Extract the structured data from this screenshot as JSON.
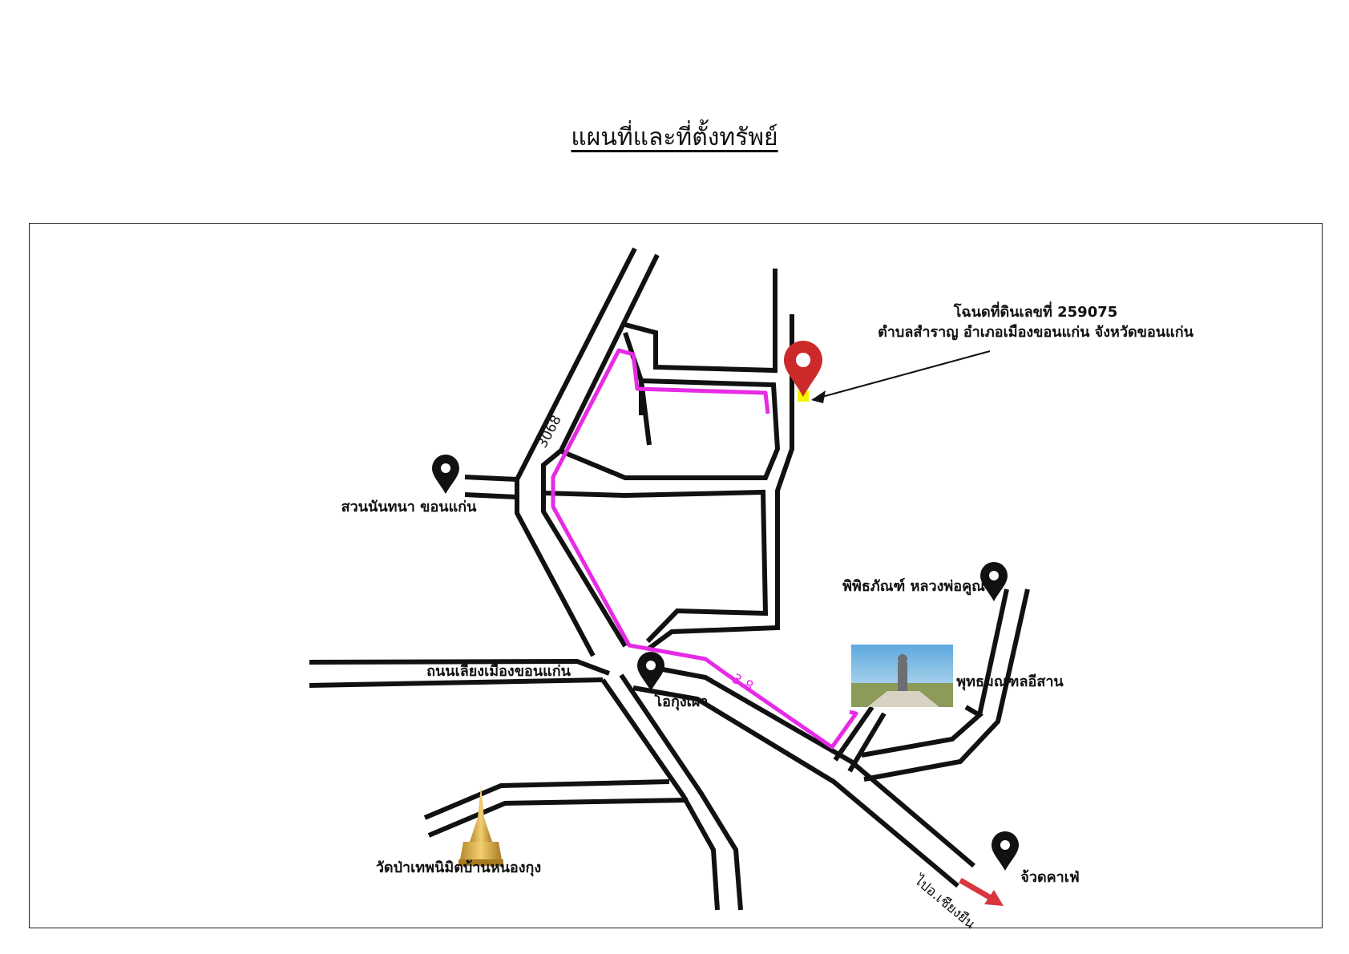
{
  "title": "แผนที่และที่ตั้งทรัพย์",
  "deed": {
    "line1": "โฉนดที่ดินเลขที่  259075",
    "line2": "ตำบลสำราญ  อำเภอเมืองขอนแก่น  จังหวัดขอนแก่น"
  },
  "places": {
    "park": "สวนนันทนา ขอนแก่น",
    "museum": "พิพิธภัณฑ์ หลวงพ่อคูณ",
    "buddha_park": "พุทธมณฑลอีสาน",
    "ring_road": "ถนนเลี่ยงเมืองขอนแก่น",
    "shrimp": "โอกุ้งเผา",
    "temple": "วัดป่าเทพนิมิตบ้านหนองกุง",
    "cafe": "จ้วดคาเฟ่",
    "direction": "ไปอ.เชียงยืน"
  },
  "road_number": "3068",
  "route_distance": "3.8",
  "colors": {
    "route": "#e62ae6",
    "property_pin": "#cc2a2a",
    "place_pin": "#111111",
    "property_marker": "#f5f500",
    "direction_arrow": "#d9363e",
    "road_outline": "#111111"
  },
  "icons": {
    "property": "red-location-pin-icon",
    "place": "black-location-pin-icon",
    "temple": "golden-stupa-icon",
    "buddha_park": "buddha-statue-photo-icon"
  }
}
